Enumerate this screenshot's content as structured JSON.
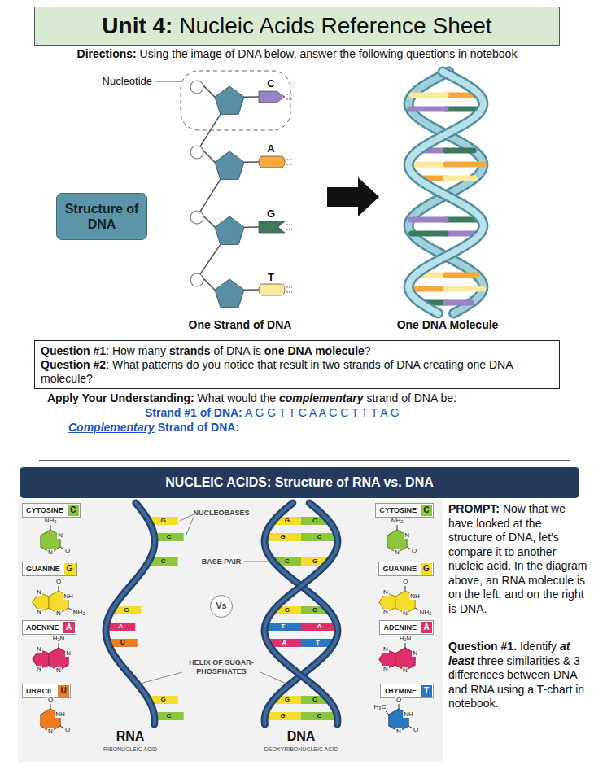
{
  "diagram": {
    "nodes": [
      {
        "text": [
          "Unit 4:",
          "Nucleic Acids Reference Sheet"
        ]
      },
      {
        "text": [
          "Structure of DNA"
        ]
      },
      {
        "text": [
          "Question #1",
          ": How many",
          "strands",
          "of DNA is",
          "one DNA molecule",
          "?",
          "Question #2",
          ": What patterns do you notice that result in two strands of DNA creating one DNA molecule?"
        ]
      },
      {
        "text": [
          "NUCLEIC ACIDS: Structure of RNA vs. DNA"
        ]
      },
      {
        "text": [
          "CYTOSINE",
          "C"
        ]
      },
      {
        "text": [
          "GUANINE",
          "G"
        ]
      },
      {
        "text": [
          "ADENINE",
          "A"
        ]
      },
      {
        "text": [
          "URACIL",
          "U"
        ]
      },
      {
        "text": [
          "CYTOSINE",
          "C"
        ]
      },
      {
        "text": [
          "GUANINE",
          "G"
        ]
      },
      {
        "text": [
          "ADENINE",
          "A"
        ]
      },
      {
        "text": [
          "THYMINE",
          "T"
        ]
      },
      {
        "text": [
          "Vs"
        ]
      }
    ],
    "labels": [
      "Directions:",
      "Using the image of DNA below, answer the following questions in notebook",
      "Nucleotide",
      "C",
      "A",
      "G",
      "T",
      "One Strand of DNA",
      "One DNA Molecule",
      "Apply Your Understanding:",
      "What would the",
      "complementary",
      "strand of DNA be:",
      "Strand #1 of DNA:",
      "A G G T T C A A C C T T T A G",
      "Complementary",
      "Strand of DNA:",
      "NUCLEOBASES",
      "BASE PAIR",
      "HELIX OF SUGAR-PHOSPHATES",
      "RNA",
      "RIBONUCLEIC ACID",
      "DNA",
      "DEOXYRIBONUCLEIC ACID",
      "G",
      "C",
      "C",
      "G",
      "A",
      "U",
      "G",
      "C",
      "G",
      "C",
      "G",
      "C",
      "C",
      "G",
      "G",
      "C",
      "T",
      "A",
      "A",
      "T",
      "G",
      "C",
      "G",
      "C",
      "PROMPT:",
      "Now that we have looked at the structure of DNA, let's compare it to another nucleic acid. In the diagram above, an RNA molecule is on the left, and on the right is DNA.",
      "Question #1.",
      "Identify",
      "at least",
      "three similarities & 3 differences between DNA and RNA using a T-chart in notebook.",
      "NH₂",
      "N",
      "N",
      "O",
      "O",
      "NH",
      "NH₂",
      "N",
      "N",
      "N",
      "H₂N",
      "N",
      "N",
      "N",
      "N",
      "O",
      "NH",
      "N",
      "O",
      "NH₂",
      "N",
      "N",
      "O",
      "O",
      "NH",
      "NH₂",
      "N",
      "N",
      "N",
      "H₂N",
      "N",
      "N",
      "N",
      "N",
      "H₃C",
      "O",
      "NH",
      "N",
      "O"
    ]
  }
}
